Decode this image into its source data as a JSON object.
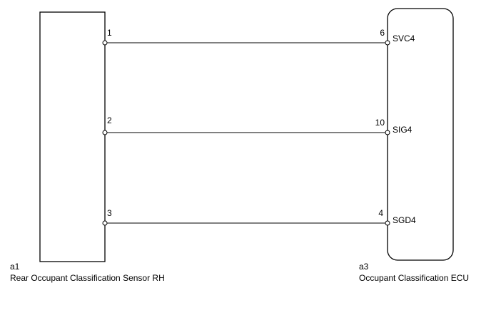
{
  "components": {
    "sensor": {
      "code": "a1",
      "name": "Rear Occupant Classification Sensor RH"
    },
    "ecu": {
      "code": "a3",
      "name": "Occupant Classification ECU"
    }
  },
  "connections": [
    {
      "sensor_pin": "1",
      "ecu_pin": "6",
      "ecu_terminal": "SVC4"
    },
    {
      "sensor_pin": "2",
      "ecu_pin": "10",
      "ecu_terminal": "SIG4"
    },
    {
      "sensor_pin": "3",
      "ecu_pin": "4",
      "ecu_terminal": "SGD4"
    }
  ],
  "colors": {
    "line": "#000000",
    "background": "#ffffff"
  }
}
